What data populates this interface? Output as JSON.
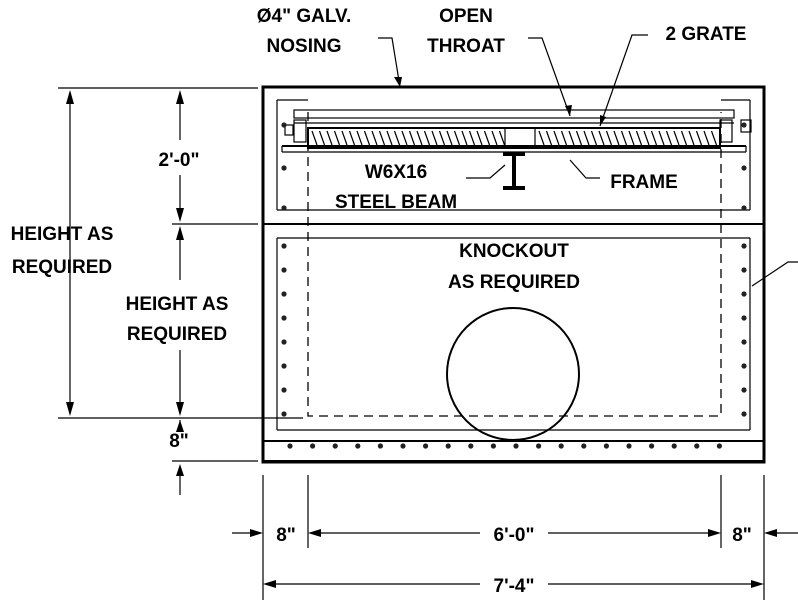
{
  "labels": {
    "nosing_line1": "Ø4\" GALV.",
    "nosing_line2": "NOSING",
    "open_line1": "OPEN",
    "open_line2": "THROAT",
    "grate": "2 GRATE",
    "beam_line1": "W6X16",
    "beam_line2": "STEEL BEAM",
    "frame": "FRAME",
    "knockout_line1": "KNOCKOUT",
    "knockout_line2": "AS REQUIRED",
    "height_outer_line1": "HEIGHT AS",
    "height_outer_line2": "REQUIRED",
    "height_inner_line1": "HEIGHT AS",
    "height_inner_line2": "REQUIRED"
  },
  "dimensions": {
    "top_section": "2'-0\"",
    "base_slab": "8\"",
    "left_wall": "8\"",
    "inside_width": "6'-0\"",
    "right_wall": "8\"",
    "overall_width": "7'-4\""
  }
}
